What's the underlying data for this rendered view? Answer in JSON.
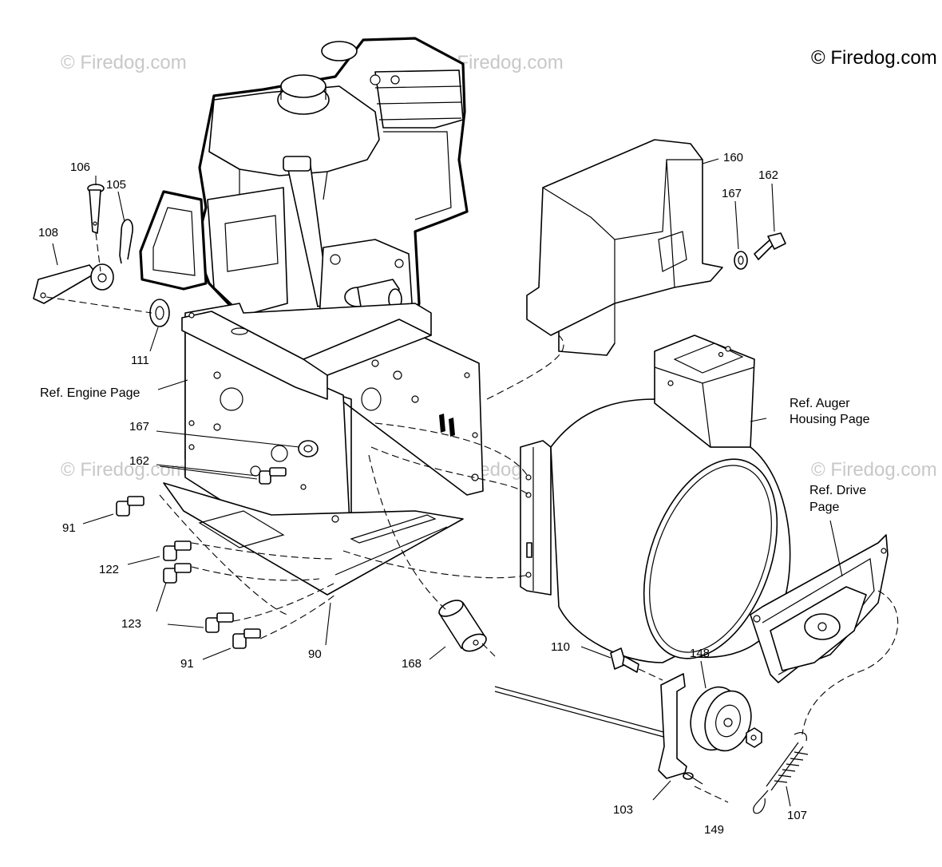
{
  "copyright": "© Firedog.com",
  "watermark": "© Firedog.com",
  "references": {
    "engine": "Ref. Engine Page",
    "auger_line1": "Ref. Auger",
    "auger_line2": "Housing Page",
    "drive_line1": "Ref. Drive",
    "drive_line2": "Page"
  },
  "callouts": {
    "p106": "106",
    "p105": "105",
    "p108": "108",
    "p111": "111",
    "p160": "160",
    "p162_top": "162",
    "p167_top": "167",
    "p167_left": "167",
    "p162_left": "162",
    "p91_upper": "91",
    "p122": "122",
    "p123": "123",
    "p91_lower": "91",
    "p90": "90",
    "p168": "168",
    "p110": "110",
    "p148": "148",
    "p103": "103",
    "p149": "149",
    "p107": "107"
  }
}
